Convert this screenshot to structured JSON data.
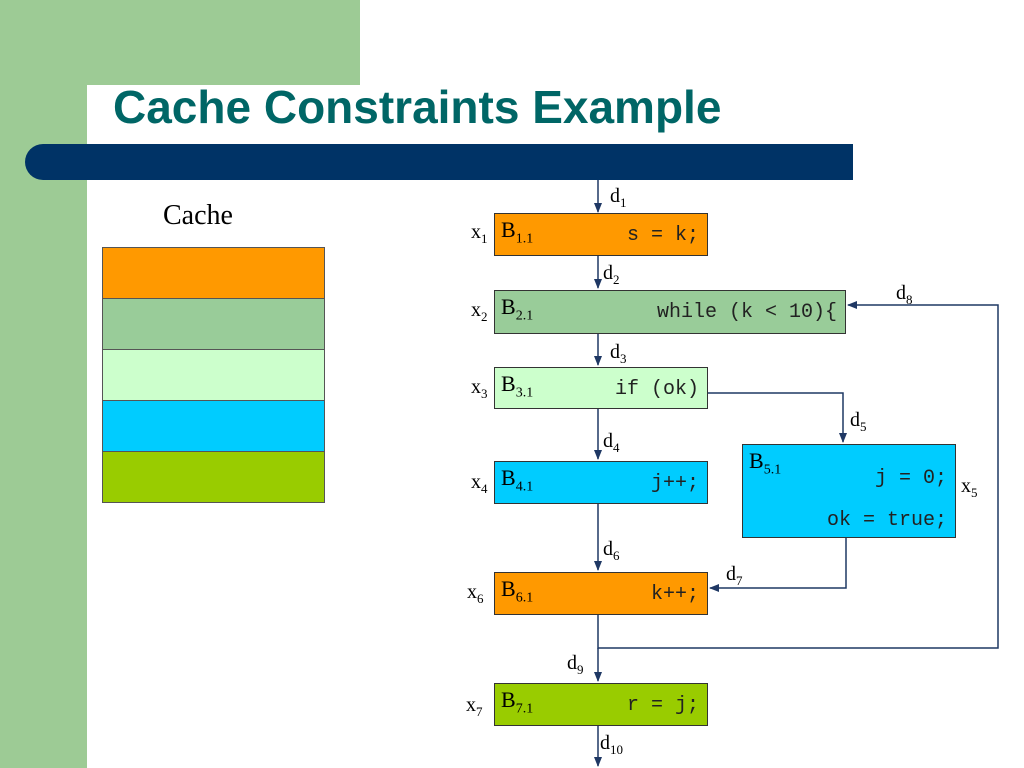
{
  "title": "Cache Constraints Example",
  "cache": {
    "label": "Cache",
    "lines": [
      {
        "color": "#ff9900"
      },
      {
        "color": "#99cc99"
      },
      {
        "color": "#ccffcc"
      },
      {
        "color": "#00ccff"
      },
      {
        "color": "#99cc00"
      }
    ]
  },
  "blocks": [
    {
      "name": "B",
      "sub": "1.1",
      "code": "s = k;",
      "x": "x",
      "x_sub": "1",
      "color": "#ff9900"
    },
    {
      "name": "B",
      "sub": "2.1",
      "code": "while (k < 10){",
      "x": "x",
      "x_sub": "2",
      "color": "#99cc99"
    },
    {
      "name": "B",
      "sub": "3.1",
      "code": "if (ok)",
      "x": "x",
      "x_sub": "3",
      "color": "#ccffcc"
    },
    {
      "name": "B",
      "sub": "4.1",
      "code": "j++;",
      "x": "x",
      "x_sub": "4",
      "color": "#00ccff"
    },
    {
      "name": "B",
      "sub": "5.1",
      "code": "j = 0;",
      "code2": "ok = true;",
      "x": "x",
      "x_sub": "5",
      "color": "#00ccff"
    },
    {
      "name": "B",
      "sub": "6.1",
      "code": "k++;",
      "x": "x",
      "x_sub": "6",
      "color": "#ff9900"
    },
    {
      "name": "B",
      "sub": "7.1",
      "code": "r = j;",
      "x": "x",
      "x_sub": "7",
      "color": "#99cc00"
    }
  ],
  "edges": [
    {
      "d": "d",
      "sub": "1"
    },
    {
      "d": "d",
      "sub": "2"
    },
    {
      "d": "d",
      "sub": "3"
    },
    {
      "d": "d",
      "sub": "4"
    },
    {
      "d": "d",
      "sub": "5"
    },
    {
      "d": "d",
      "sub": "6"
    },
    {
      "d": "d",
      "sub": "7"
    },
    {
      "d": "d",
      "sub": "8"
    },
    {
      "d": "d",
      "sub": "9"
    },
    {
      "d": "d",
      "sub": "10"
    }
  ]
}
